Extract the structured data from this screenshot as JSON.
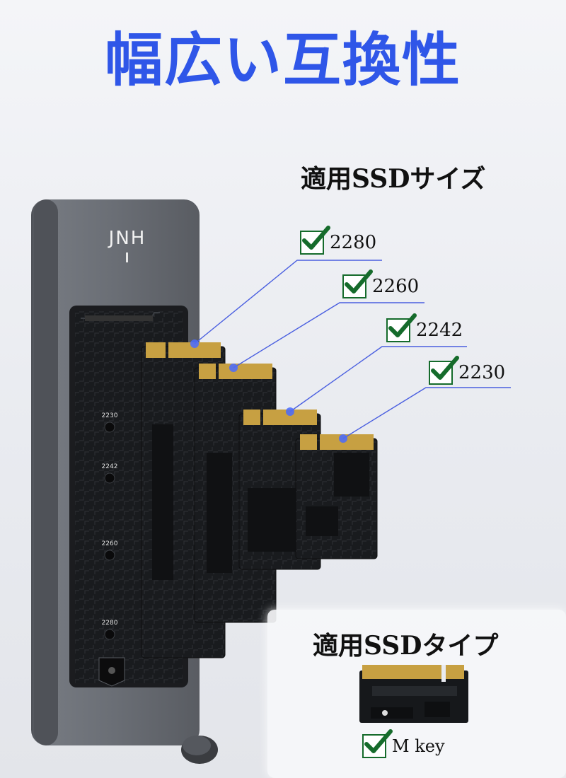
{
  "headline": "幅広い互換性",
  "brand_logo_text": "JNH",
  "supported_sizes_title": "適用SSDサイズ",
  "supported_sizes": [
    "2280",
    "2260",
    "2242",
    "2230"
  ],
  "slot_markings": [
    "2230",
    "2242",
    "2260",
    "2280"
  ],
  "supported_type_title": "適用SSDタイプ",
  "supported_type": "M key",
  "colors": {
    "headline_blue": "#2f56e8",
    "check_green": "#156b2b",
    "leader_line": "#4a5fe0",
    "enclosure": "#6c7077",
    "pcb": "#1a1c1f",
    "gold_contact": "#c7a042"
  }
}
